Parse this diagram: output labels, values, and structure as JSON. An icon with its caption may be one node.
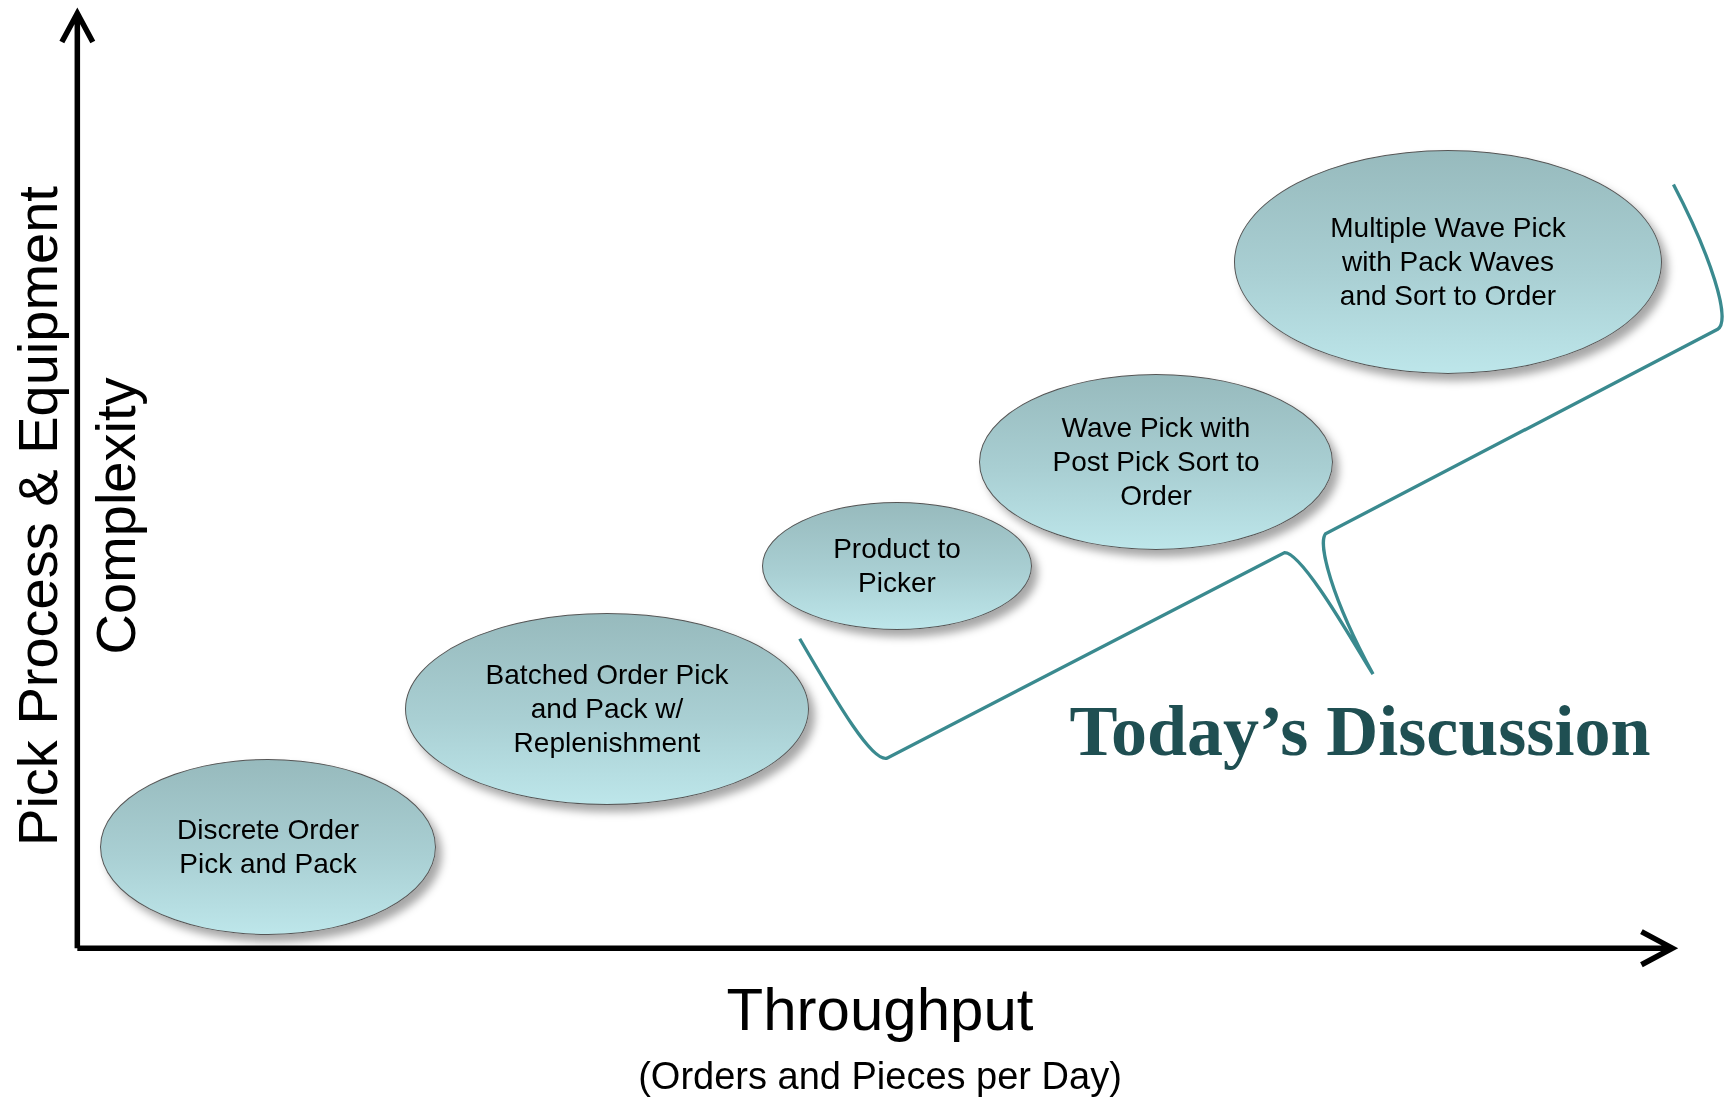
{
  "diagram": {
    "nodes": [
      {
        "text": [
          "Discrete Order Pick and Pack"
        ]
      },
      {
        "text": [
          "Batched Order Pick and Pack w/ Replenishment"
        ]
      },
      {
        "text": [
          "Product to Picker"
        ]
      },
      {
        "text": [
          "Wave Pick with Post Pick Sort to Order"
        ]
      },
      {
        "text": [
          "Multiple Wave Pick with Pack Waves and Sort to Order"
        ]
      }
    ],
    "labels": [
      "Pick Process & Equipment Complexity",
      "Today’s Discussion",
      "Throughput",
      "(Orders and Pieces per Day)"
    ]
  }
}
